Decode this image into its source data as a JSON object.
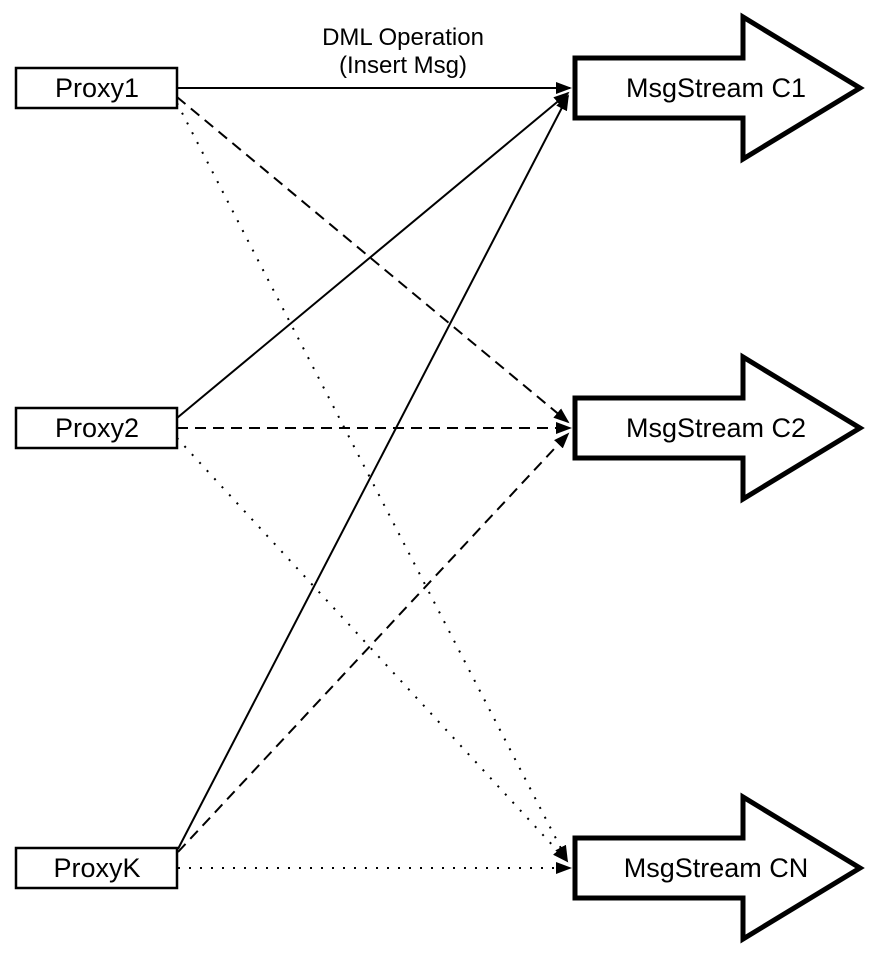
{
  "diagram": {
    "title_label": {
      "line1": "DML Operation",
      "line2": "(Insert Msg)"
    },
    "proxies": [
      {
        "label": "Proxy1"
      },
      {
        "label": "Proxy2"
      },
      {
        "label": "ProxyK"
      }
    ],
    "streams": [
      {
        "label": "MsgStream C1"
      },
      {
        "label": "MsgStream C2"
      },
      {
        "label": "MsgStream CN"
      }
    ],
    "connectors": [
      {
        "from": "Proxy1",
        "to": "MsgStream C1",
        "style": "solid"
      },
      {
        "from": "Proxy1",
        "to": "MsgStream C2",
        "style": "dashed"
      },
      {
        "from": "Proxy1",
        "to": "MsgStream CN",
        "style": "dotted"
      },
      {
        "from": "Proxy2",
        "to": "MsgStream C1",
        "style": "solid"
      },
      {
        "from": "Proxy2",
        "to": "MsgStream C2",
        "style": "dashed"
      },
      {
        "from": "Proxy2",
        "to": "MsgStream CN",
        "style": "dotted"
      },
      {
        "from": "ProxyK",
        "to": "MsgStream C1",
        "style": "solid"
      },
      {
        "from": "ProxyK",
        "to": "MsgStream C2",
        "style": "dashed"
      },
      {
        "from": "ProxyK",
        "to": "MsgStream CN",
        "style": "dotted"
      }
    ],
    "colors": {
      "stroke": "#000000",
      "fill": "#ffffff"
    }
  }
}
